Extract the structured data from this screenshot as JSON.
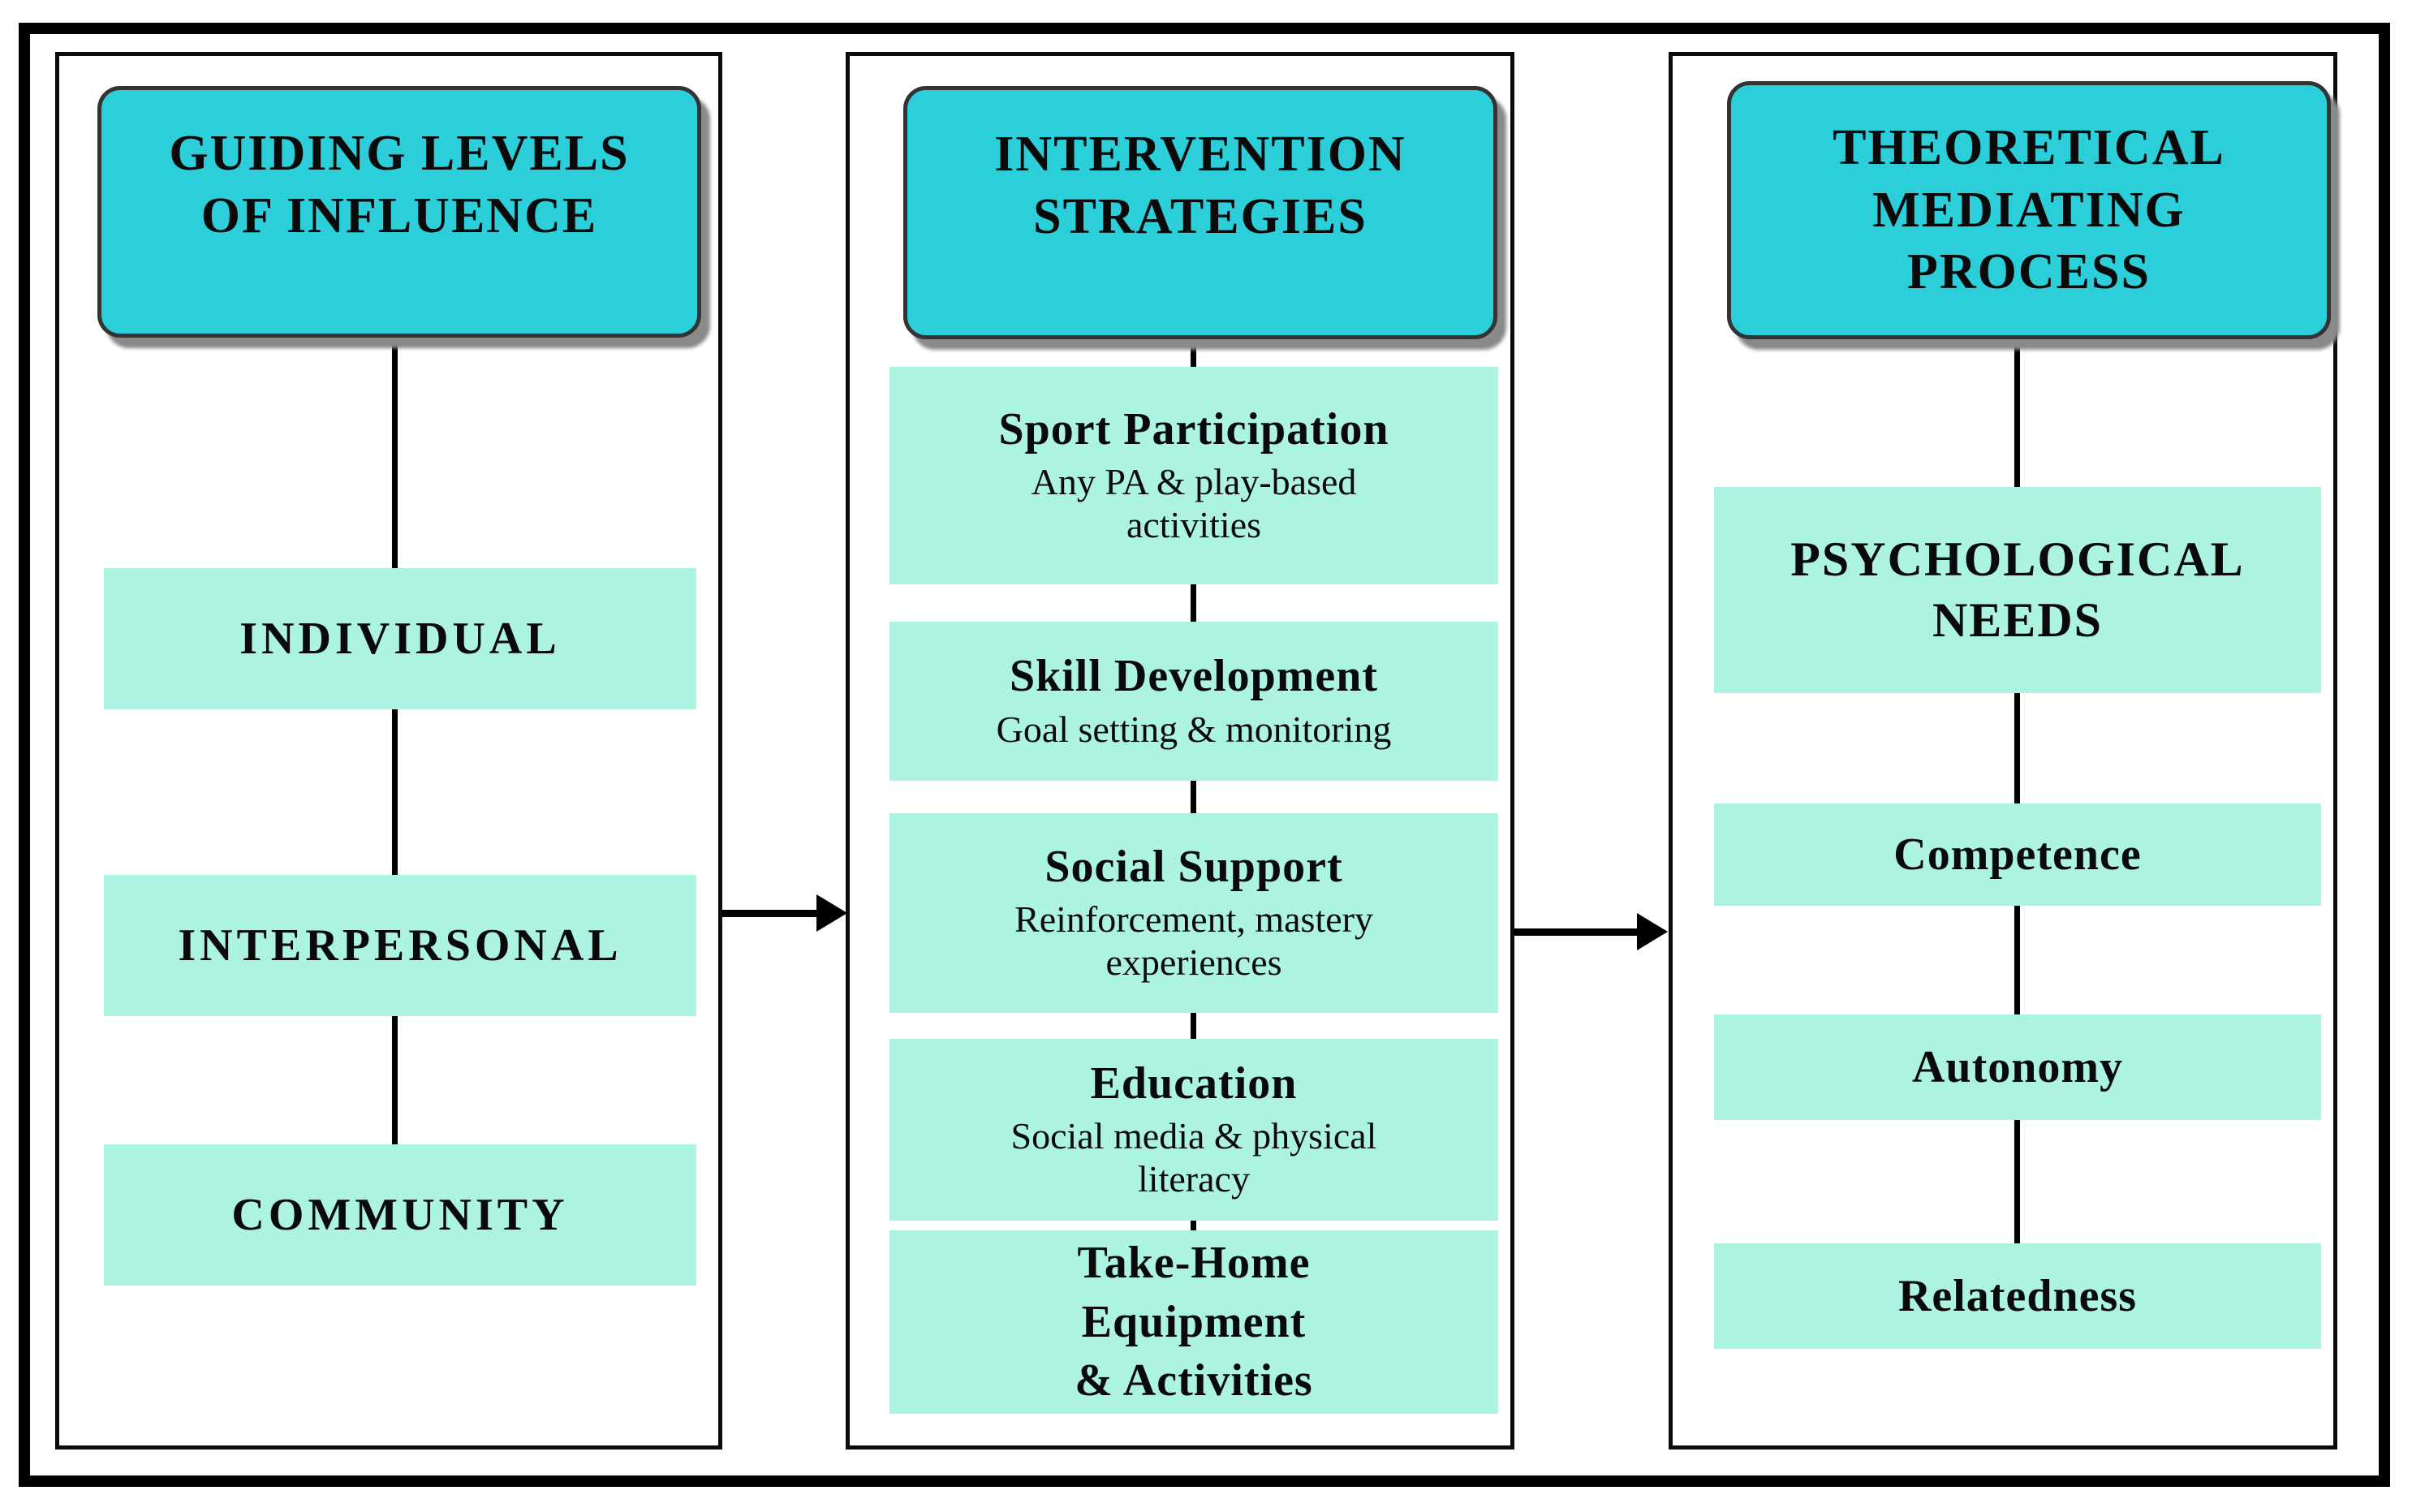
{
  "palette": {
    "header_fill": "#2CCFD9",
    "item_fill": "#ACF3E2",
    "line_color": "#000000",
    "header_border": "#333333",
    "shadow": "#8a8a8a",
    "text": "#0a0a0a"
  },
  "columns": [
    {
      "id": "guiding-levels",
      "header": "GUIDING LEVELS\nOF INFLUENCE",
      "items": [
        {
          "title": "INDIVIDUAL"
        },
        {
          "title": "INTERPERSONAL"
        },
        {
          "title": "COMMUNITY"
        }
      ]
    },
    {
      "id": "intervention-strategies",
      "header": "INTERVENTION\nSTRATEGIES",
      "items": [
        {
          "title": "Sport Participation",
          "subtitle": "Any PA & play-based\nactivities"
        },
        {
          "title": "Skill Development",
          "subtitle": "Goal setting & monitoring"
        },
        {
          "title": "Social Support",
          "subtitle": "Reinforcement, mastery\nexperiences"
        },
        {
          "title": "Education",
          "subtitle": "Social media & physical\nliteracy"
        },
        {
          "title": "Take-Home\nEquipment\n& Activities",
          "subtitle": ""
        }
      ]
    },
    {
      "id": "theoretical-mediating-process",
      "header": "THEORETICAL\nMEDIATING\nPROCESS",
      "items": [
        {
          "title": "PSYCHOLOGICAL\nNEEDS"
        },
        {
          "title": "Competence"
        },
        {
          "title": "Autonomy"
        },
        {
          "title": "Relatedness"
        }
      ]
    }
  ],
  "arrows": [
    {
      "from": "guiding-levels",
      "to": "intervention-strategies"
    },
    {
      "from": "intervention-strategies",
      "to": "theoretical-mediating-process"
    }
  ]
}
